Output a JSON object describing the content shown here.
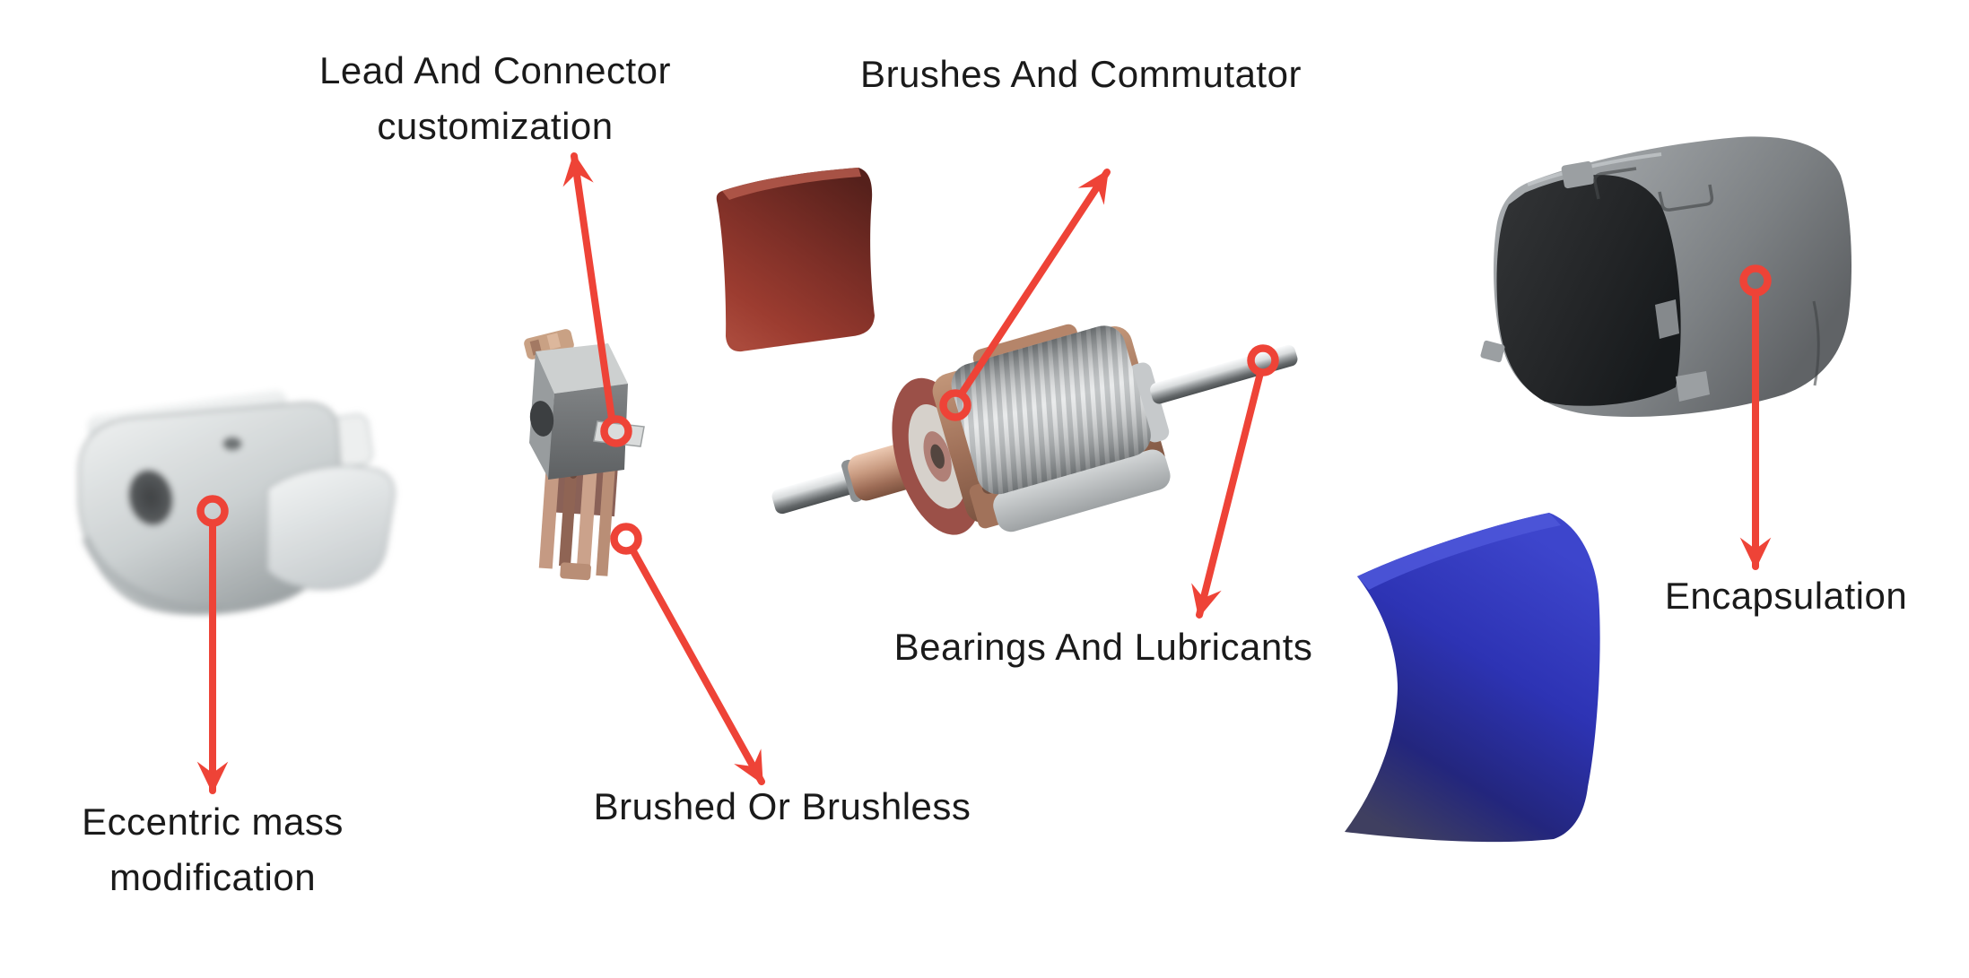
{
  "colors": {
    "background": "#ffffff",
    "annotation_red": "#ee4337",
    "label_text": "#1a1a1a",
    "magnet_red": "#8c352c",
    "magnet_blue": "#2e34ae",
    "housing_gray": "#8d9093",
    "copper": "#c2977b",
    "chrome_silver": "#d9dcdd"
  },
  "annotations": [
    {
      "id": "eccentric-mass",
      "label": "Eccentric mass\nmodification"
    },
    {
      "id": "lead-connector",
      "label": "Lead And Connector\ncustomization"
    },
    {
      "id": "brushed-brushless",
      "label": "Brushed Or Brushless"
    },
    {
      "id": "brushes-commutator",
      "label": "Brushes And Commutator"
    },
    {
      "id": "bearings-lubricants",
      "label": "Bearings And Lubricants"
    },
    {
      "id": "encapsulation",
      "label": "Encapsulation"
    }
  ],
  "parts": [
    {
      "name": "eccentric-mass-weight"
    },
    {
      "name": "lead-connector-assembly"
    },
    {
      "name": "magnet-red"
    },
    {
      "name": "rotor-with-commutator-and-shaft"
    },
    {
      "name": "motor-housing"
    },
    {
      "name": "magnet-blue"
    }
  ]
}
